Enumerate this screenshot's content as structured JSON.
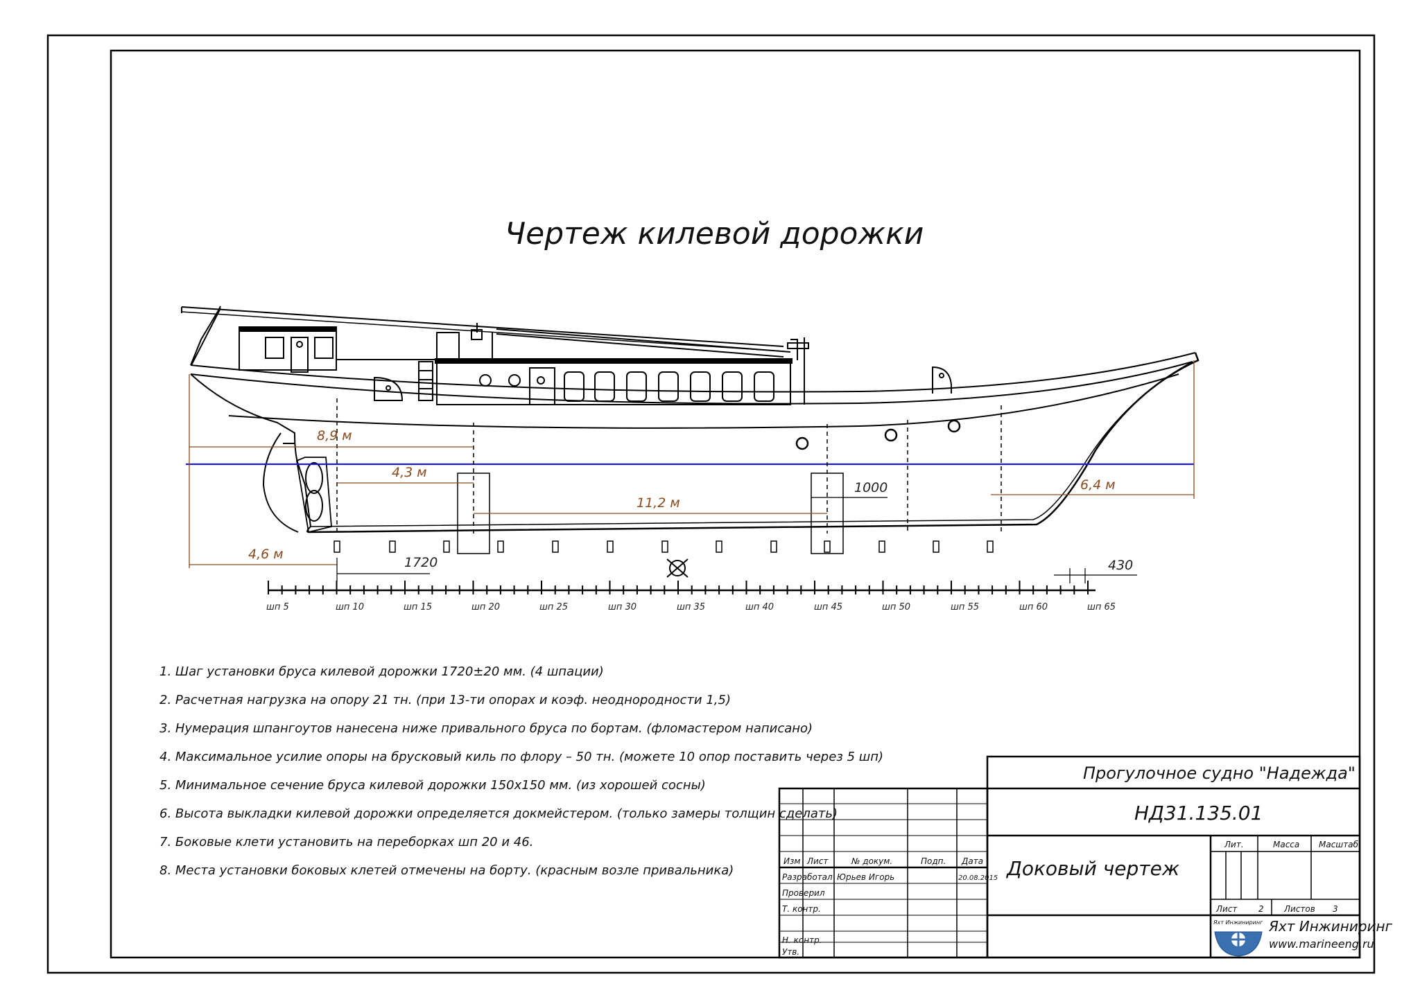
{
  "drawing": {
    "title": "Чертеж килевой дорожки"
  },
  "dimensions": {
    "d_8_9": "8,9 м",
    "d_4_3": "4,3 м",
    "d_11_2": "11,2 м",
    "d_1000": "1000",
    "d_6_4": "6,4 м",
    "d_4_6": "4,6 м",
    "d_1720": "1720",
    "d_430": "430"
  },
  "frames": [
    "шп 5",
    "шп 10",
    "шп 15",
    "шп 20",
    "шп 25",
    "шп 30",
    "шп 35",
    "шп 40",
    "шп 45",
    "шп 50",
    "шп 55",
    "шп 60",
    "шп 65"
  ],
  "notes": [
    "1. Шаг установки бруса килевой дорожки 1720±20 мм. (4 шпации)",
    "2. Расчетная нагрузка на опору 21 тн. (при 13-ти опорах и коэф. неоднородности 1,5)",
    "3. Нумерация шпангоутов нанесена ниже привального бруса по бортам. (фломастером написано)",
    "4. Максимальное усилие опоры на брусковый киль по флору – 50 тн. (можете 10 опор поставить через 5 шп)",
    "5. Минимальное сечение бруса килевой дорожки 150х150 мм. (из хорошей сосны)",
    "6. Высота выкладки килевой дорожки определяется докмейстером. (только замеры толщин сделать)",
    "7. Боковые клети установить на переборках шп 20 и 46.",
    "8. Места установки боковых клетей отмечены на борту. (красным возле привальника)"
  ],
  "title_block": {
    "vessel": "Прогулочное судно \"Надежда\"",
    "doc_number": "НД31.135.01",
    "doc_title": "Доковый чертеж",
    "col_izm": "Изм",
    "col_list": "Лист",
    "col_ndokum": "№ докум.",
    "col_podp": "Подп.",
    "col_data": "Дата",
    "row_razrab": "Разработал",
    "razrab_name": "Юрьев Игорь",
    "razrab_date": "20.08.2015",
    "row_proveril": "Проверил",
    "row_tkontr": "Т. контр.",
    "row_nkontr": "Н. контр.",
    "row_utv": "Утв.",
    "lit": "Лит.",
    "massa": "Масса",
    "masshtab": "Масштаб",
    "sheet_label": "Лист",
    "sheet_value": "2",
    "sheets_label": "Листов",
    "sheets_value": "3",
    "company_logo_text": "Яхт Инжиниринг",
    "company": "Яхт Инжиниринг",
    "website": "www.marineeng.ru"
  },
  "colors": {
    "waterline": "#1a1ad0",
    "dimension": "#8a4a1c",
    "logo": "#3a6fb0"
  }
}
